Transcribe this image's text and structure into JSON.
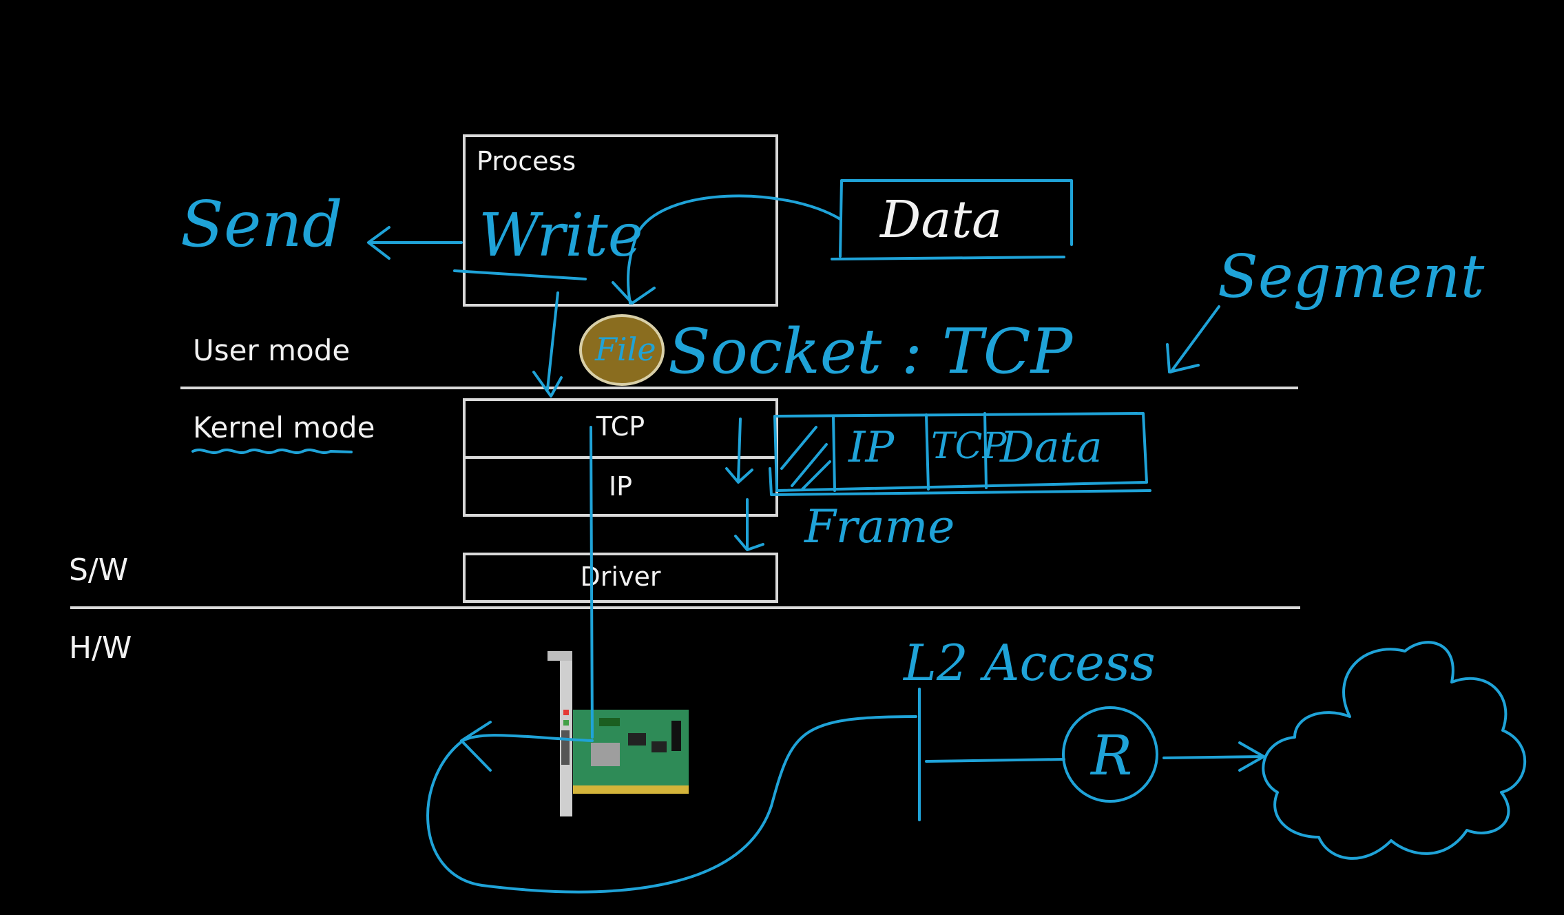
{
  "labels": {
    "user_mode": "User mode",
    "kernel_mode": "Kernel mode",
    "sw": "S/W",
    "hw": "H/W"
  },
  "stack": {
    "process": "Process",
    "tcp": "TCP",
    "ip": "IP",
    "driver": "Driver"
  },
  "handwriting": {
    "send": "Send",
    "write": "Write",
    "data": "Data",
    "file": "File",
    "socket": "Socket : TCP",
    "segment": "Segment",
    "packet_ip": "IP",
    "packet_tcp": "TCP",
    "packet_data": "Data",
    "frame": "Frame",
    "l2_access": "L2 Access",
    "router": "R"
  },
  "colors": {
    "background": "#000000",
    "text": "#f2f2f2",
    "box_border": "#d9d9d9",
    "annotation": "#1fa3d8",
    "file_highlight": "#8a6d1f"
  }
}
